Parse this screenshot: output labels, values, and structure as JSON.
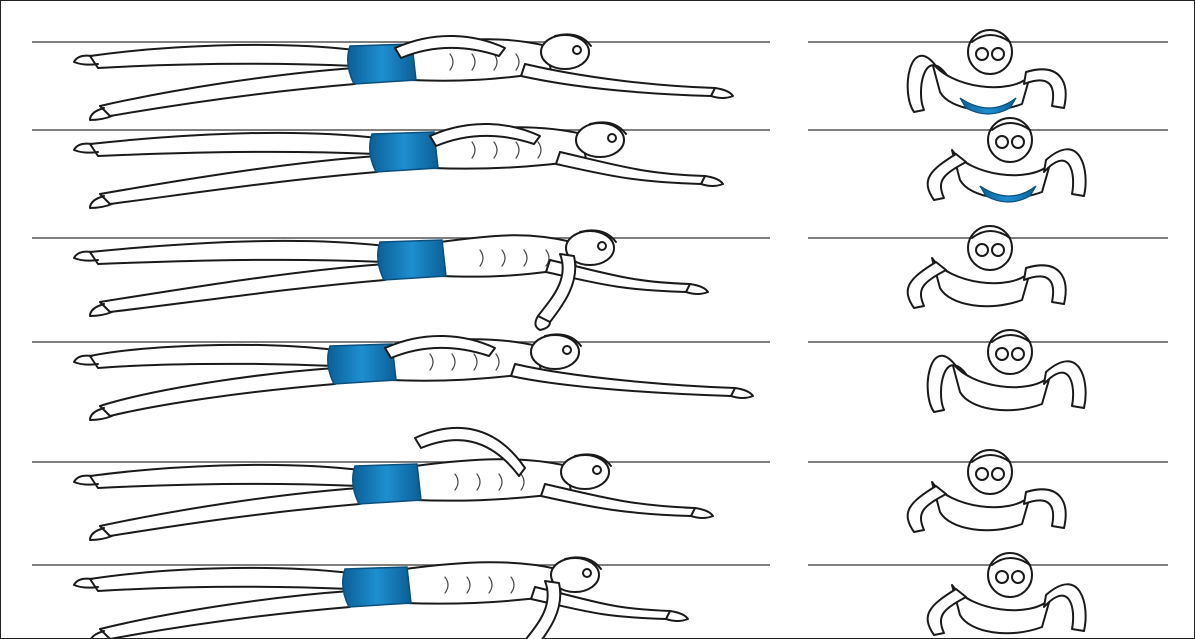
{
  "figure": {
    "kind": "front crawl stroke sequence",
    "rows": 6,
    "views": [
      "side-view",
      "front-view"
    ]
  },
  "colors": {
    "swimsuit": "#1e8fd0",
    "swimsuit_dark": "#0b5f96",
    "ink": "#1a1a1a",
    "water_line": "#555555",
    "background": "#ffffff"
  }
}
